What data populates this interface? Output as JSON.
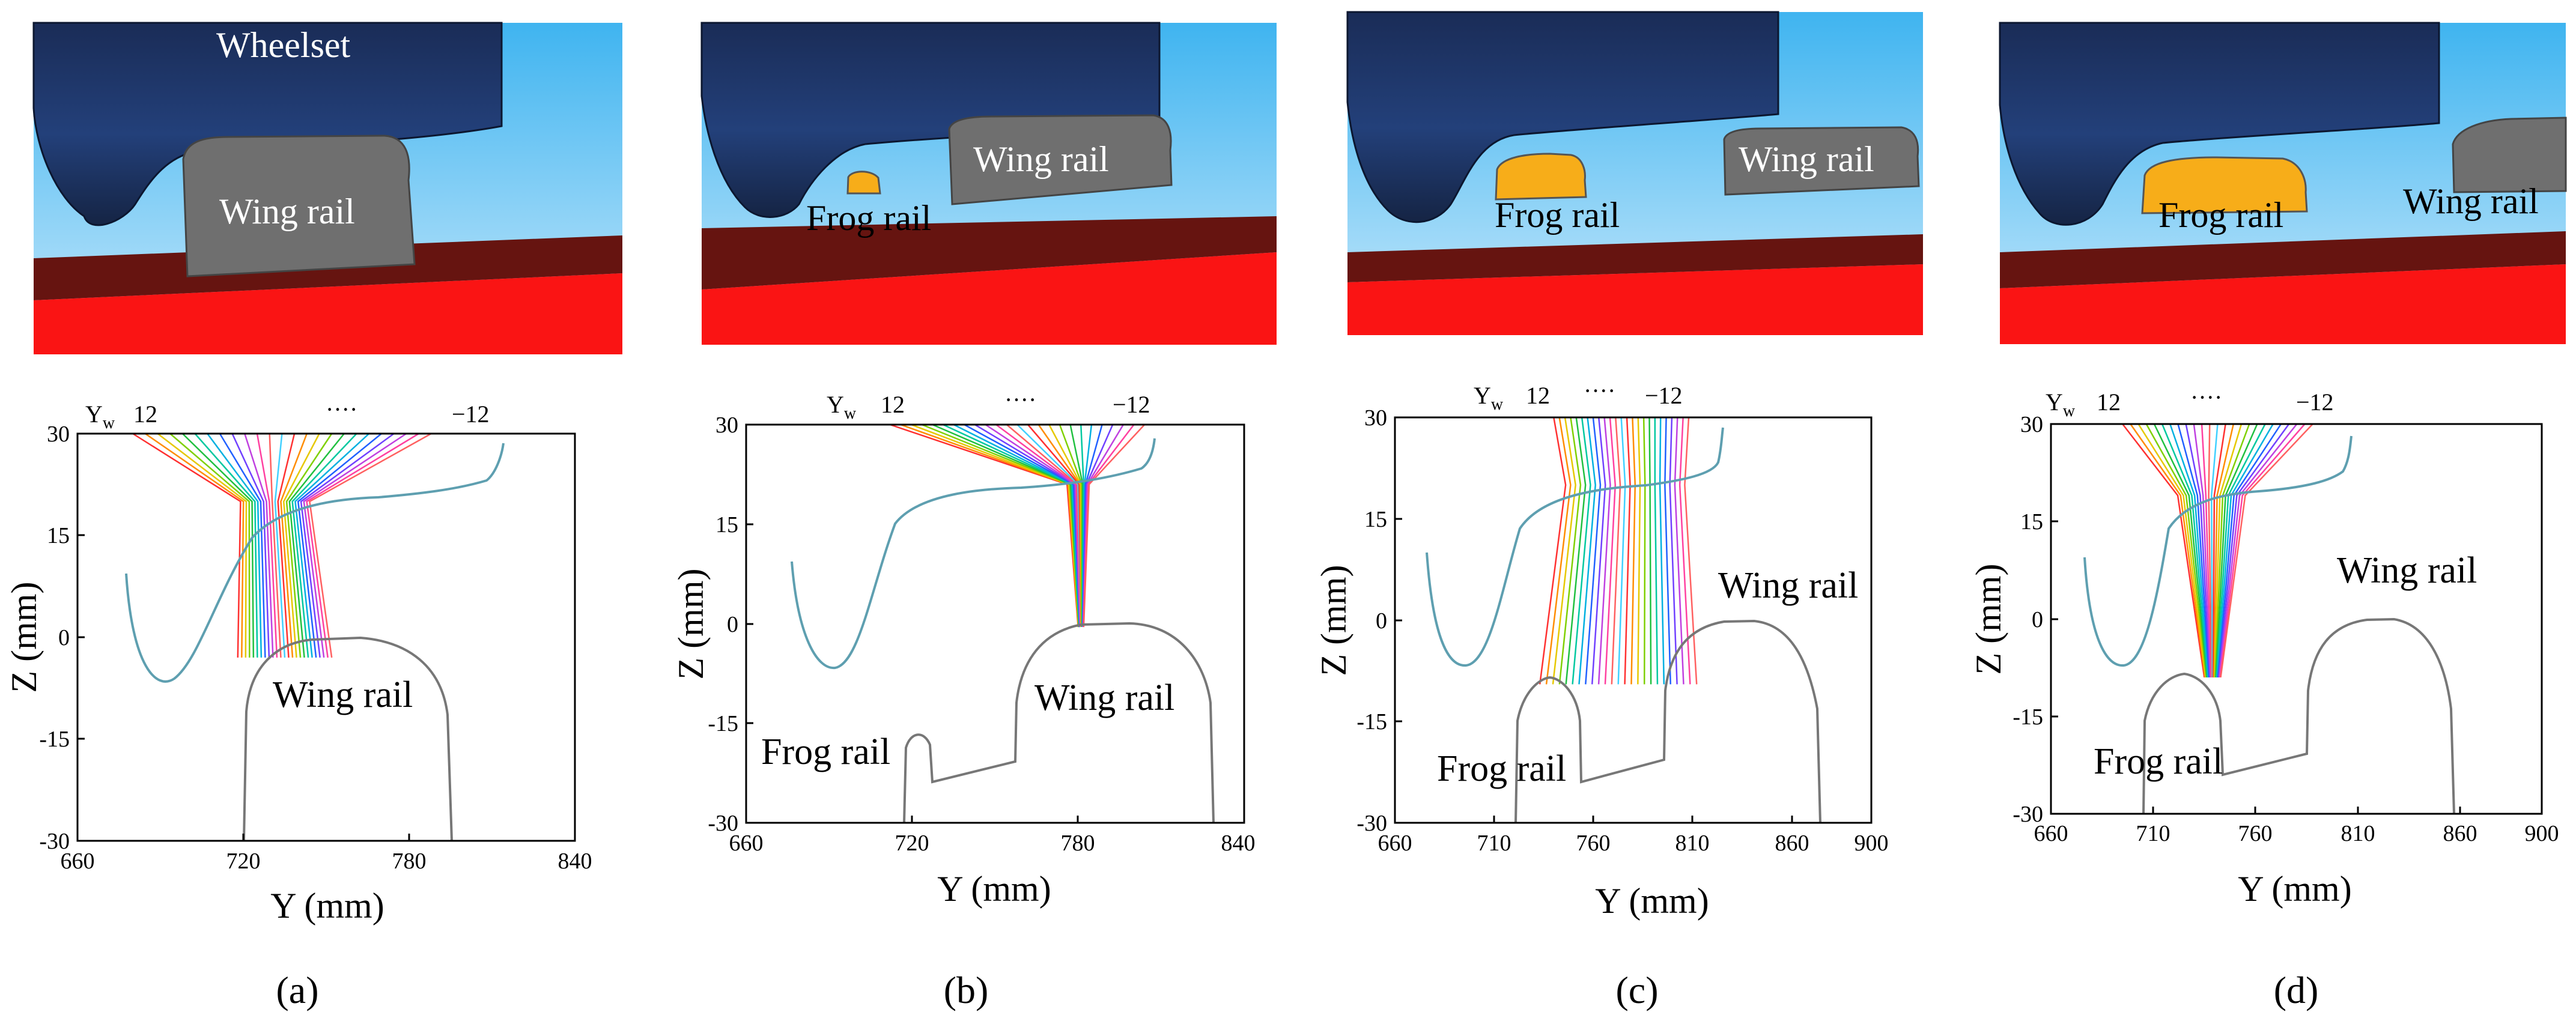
{
  "figure": {
    "panels": [
      {
        "label": "(a)",
        "scene": {
          "labels": [
            "Wheelset",
            "Wing rail"
          ]
        },
        "plot": {
          "yw_label": "Y",
          "yw_sub": "w",
          "yw_start": "12",
          "yw_dots": "····",
          "yw_end": "−12",
          "rail_labels": [
            "Wing rail"
          ]
        }
      },
      {
        "label": "(b)",
        "scene": {
          "labels": [
            "Wing rail",
            "Frog rail"
          ]
        },
        "plot": {
          "yw_label": "Y",
          "yw_sub": "w",
          "yw_start": "12",
          "yw_dots": "····",
          "yw_end": "−12",
          "rail_labels": [
            "Wing rail",
            "Frog rail"
          ]
        }
      },
      {
        "label": "(c)",
        "scene": {
          "labels": [
            "Frog rail",
            "Wing rail"
          ]
        },
        "plot": {
          "yw_label": "Y",
          "yw_sub": "w",
          "yw_start": "12",
          "yw_dots": "····",
          "yw_end": "−12",
          "rail_labels": [
            "Wing rail",
            "Frog rail"
          ]
        }
      },
      {
        "label": "(d)",
        "scene": {
          "labels": [
            "Frog rail",
            "Wing rail"
          ]
        },
        "plot": {
          "yw_label": "Y",
          "yw_sub": "w",
          "yw_start": "12",
          "yw_dots": "····",
          "yw_end": "−12",
          "rail_labels": [
            "Wing rail",
            "Frog rail"
          ]
        }
      }
    ],
    "colors": {
      "sky_top": "#3fb4f0",
      "sky_bottom": "#c6e8fb",
      "wheel": "#1d3563",
      "rail_grey": "#6f6f6f",
      "frog_orange": "#f7ad19",
      "sleeper_dark": "#661410",
      "sleeper_red": "#fa1414",
      "profile": "#5e9fb0"
    }
  },
  "chart_data": [
    {
      "type": "line",
      "title": "",
      "xlabel": "Y (mm)",
      "ylabel": "Z (mm)",
      "xlim": [
        660,
        840
      ],
      "ylim": [
        -30,
        30
      ],
      "xticks": [
        660,
        720,
        780,
        840
      ],
      "yticks": [
        -30,
        -15,
        0,
        15,
        30
      ],
      "lateral_displacement_range": [
        12,
        -12
      ],
      "contact_lines": {
        "count": 25,
        "top_y": [
          680,
          788
        ],
        "contact_on_wheel_y": [
          719,
          744
        ],
        "contact_on_rail_y": [
          718,
          752
        ]
      }
    },
    {
      "type": "line",
      "title": "",
      "xlabel": "Y (mm)",
      "ylabel": "Z (mm)",
      "xlim": [
        660,
        840
      ],
      "ylim": [
        -30,
        30
      ],
      "xticks": [
        660,
        720,
        780,
        840
      ],
      "yticks": [
        -30,
        -15,
        0,
        15,
        30
      ],
      "lateral_displacement_range": [
        12,
        -12
      ],
      "contact_lines": {
        "count": 25,
        "top_y": [
          712,
          804
        ],
        "contact_on_wheel_y": [
          776,
          784
        ],
        "contact_on_rail_y": [
          780,
          782
        ]
      }
    },
    {
      "type": "line",
      "title": "",
      "xlabel": "Y (mm)",
      "ylabel": "Z (mm)",
      "xlim": [
        660,
        900
      ],
      "ylim": [
        -30,
        30
      ],
      "xticks": [
        660,
        710,
        760,
        810,
        860,
        900
      ],
      "yticks": [
        -30,
        -15,
        0,
        15,
        30
      ],
      "lateral_displacement_range": [
        12,
        -12
      ],
      "contact_lines": {
        "count": 25,
        "top_y": [
          740,
          808
        ],
        "contact_on_wheel_y": [
          746,
          806
        ],
        "contact_on_rail_y": [
          733,
          812
        ]
      }
    },
    {
      "type": "line",
      "title": "",
      "xlabel": "Y (mm)",
      "ylabel": "Z (mm)",
      "xlim": [
        660,
        900
      ],
      "ylim": [
        -30,
        30
      ],
      "xticks": [
        660,
        710,
        760,
        810,
        860,
        900
      ],
      "yticks": [
        -30,
        -15,
        0,
        15,
        30
      ],
      "lateral_displacement_range": [
        12,
        -12
      ],
      "contact_lines": {
        "count": 25,
        "top_y": [
          695,
          788
        ],
        "contact_on_wheel_y": [
          722,
          755
        ],
        "contact_on_rail_y": [
          735,
          743
        ]
      }
    }
  ]
}
